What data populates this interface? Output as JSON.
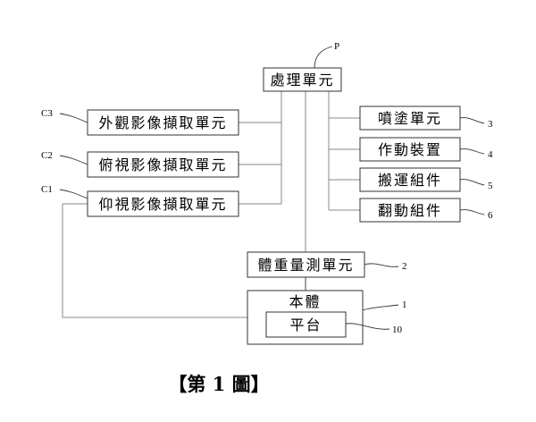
{
  "boxes": {
    "processing_unit": "處理單元",
    "exterior_camera": "外觀影像擷取單元",
    "top_camera": "俯視影像擷取單元",
    "bottom_camera": "仰視影像擷取單元",
    "spray_unit": "噴塗單元",
    "actuator": "作動裝置",
    "transport": "搬運組件",
    "flip": "翻動組件",
    "weighing_unit": "體重量測單元",
    "body": "本體",
    "platform": "平台"
  },
  "refs": {
    "p": "P",
    "c3": "C3",
    "c2": "C2",
    "c1": "C1",
    "r3": "3",
    "r4": "4",
    "r5": "5",
    "r6": "6",
    "r2": "2",
    "r1": "1",
    "r10": "10"
  },
  "caption": "【第 1 圖】"
}
